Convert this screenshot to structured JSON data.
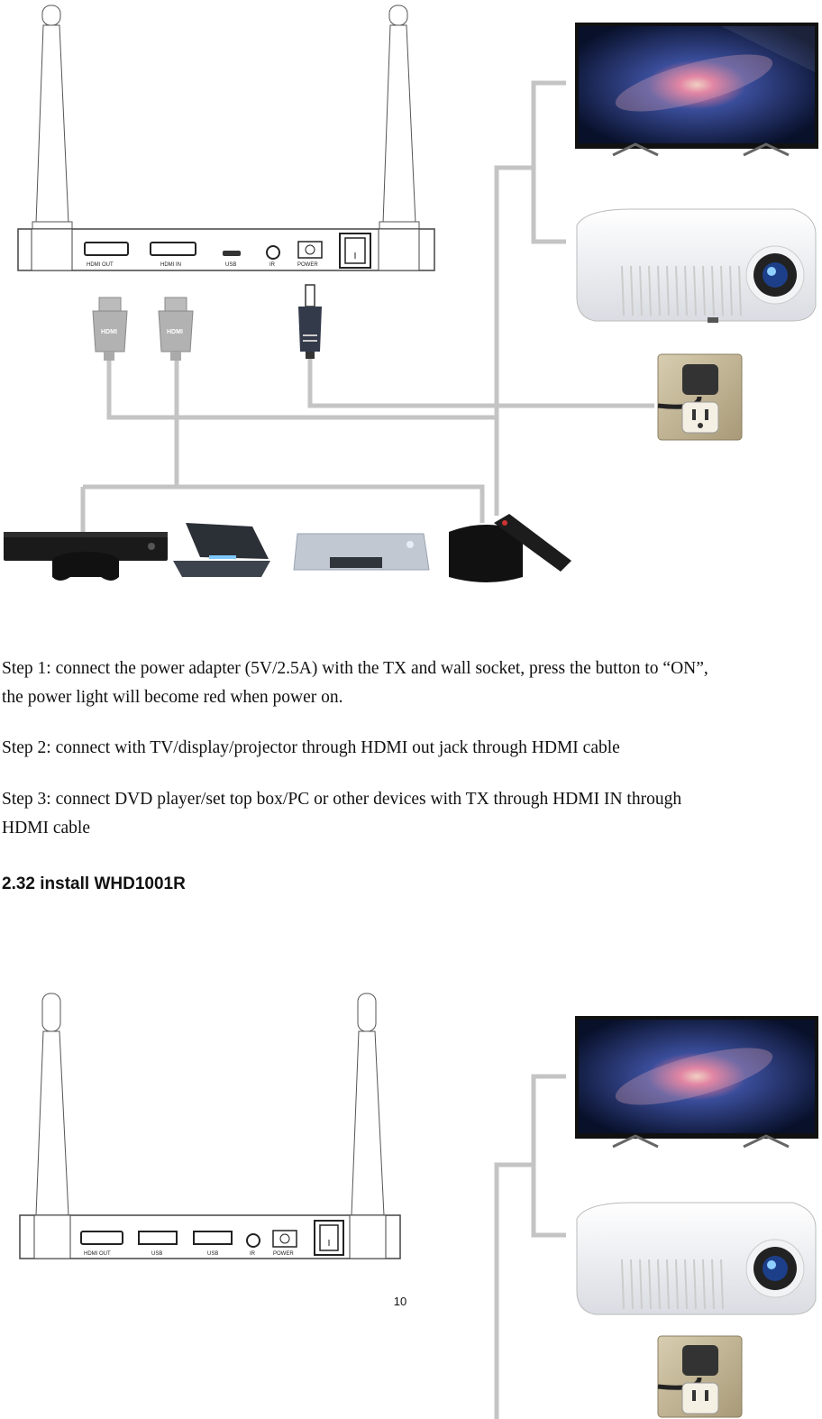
{
  "diagram_top": {
    "port_labels": [
      "HDMI OUT",
      "HDMI IN",
      "USB",
      "IR",
      "POWER"
    ],
    "plug_labels": [
      "HDMI",
      "HDMI"
    ]
  },
  "steps": [
    "Step 1: connect the power adapter (5V/2.5A) with the TX and wall socket, press the button to “ON”,",
    "the power light will become red when power on.",
    "Step 2: connect with TV/display/projector through HDMI out jack through HDMI cable",
    "Step 3: connect DVD player/set top box/PC or other devices with TX through HDMI IN through",
    "HDMI cable"
  ],
  "section_heading": "2.32 install WHD1001R",
  "diagram_bottom": {
    "port_labels": [
      "HDMI OUT",
      "USB",
      "USB",
      "IR",
      "POWER"
    ]
  },
  "page_number": "10"
}
